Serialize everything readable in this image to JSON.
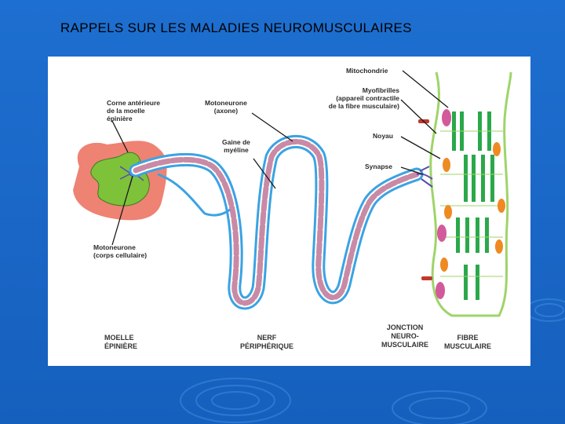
{
  "slide": {
    "title": "RAPPELS SUR LES MALADIES NEUROMUSCULAIRES"
  },
  "figure": {
    "labels": {
      "corne": "Corne antérieure\nde la moelle\népinière",
      "motoneurone_axone": "Motoneurone\n(axone)",
      "gaine": "Gaine de\nmyéline",
      "motoneurone_corps": "Motoneurone\n(corps cellulaire)",
      "mitochondrie": "Mitochondrie",
      "myofibrilles": "Myofibrilles\n(appareil contractile\nde la fibre musculaire)",
      "noyau": "Noyau",
      "synapse": "Synapse"
    },
    "sections": {
      "moelle": "MOELLE\nÉPINIÈRE",
      "nerf": "NERF\nPÉRIPHÉRIQUE",
      "jonction": "JONCTION\nNEURO-\nMUSCULAIRE",
      "fibre": "FIBRE\nMUSCULAIRE"
    },
    "colors": {
      "nerve_blue": "#3aa3e3",
      "myelin_pink": "#c98aa5",
      "myelin_stroke": "#8a2a55",
      "spinal_outer": "#ee8273",
      "spinal_gray": "#7ec23a",
      "muscle_green": "#9ed46a",
      "myofibril": "#2aa84a",
      "nucleus": "#ef8a22",
      "mitochondria": "#d35a9a"
    }
  }
}
